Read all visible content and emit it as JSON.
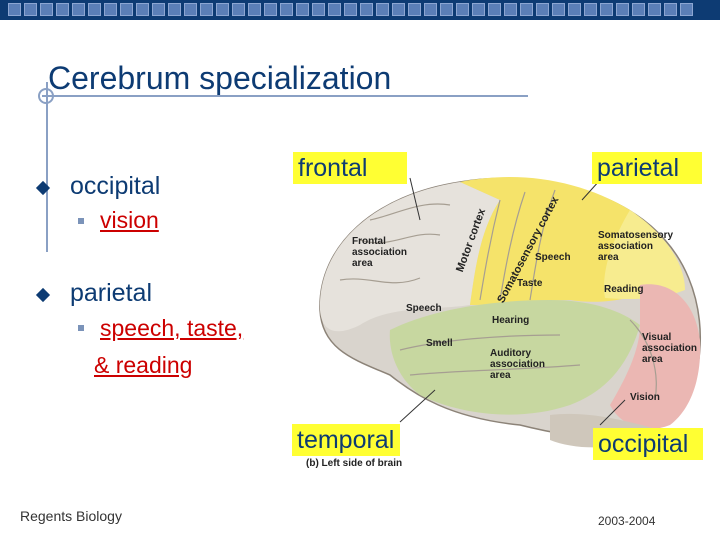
{
  "slide": {
    "title": "Cerebrum specialization",
    "bullets": [
      {
        "text": "occipital",
        "sub": "vision"
      },
      {
        "text": "parietal",
        "sub": "speech, taste,",
        "sub2": "& reading"
      }
    ]
  },
  "callouts": {
    "frontal": "frontal",
    "parietal": "parietal",
    "temporal": "temporal",
    "occipital": "occipital"
  },
  "brain_labels": {
    "frontal_assoc": [
      "Frontal",
      "association",
      "area"
    ],
    "motor_cortex": "Motor cortex",
    "somatosensory_cortex": "Somatosensory cortex",
    "speech_top": "Speech",
    "taste": "Taste",
    "somato_assoc": [
      "Somatosensory",
      "association",
      "area"
    ],
    "reading": "Reading",
    "speech_left": "Speech",
    "hearing": "Hearing",
    "smell": "Smell",
    "auditory_assoc": [
      "Auditory",
      "association",
      "area"
    ],
    "visual_assoc": [
      "Visual",
      "association",
      "area"
    ],
    "vision": "Vision",
    "caption": "(b) Left side of brain"
  },
  "footer": {
    "left": "Regents Biology",
    "right": "2003-2004"
  }
}
